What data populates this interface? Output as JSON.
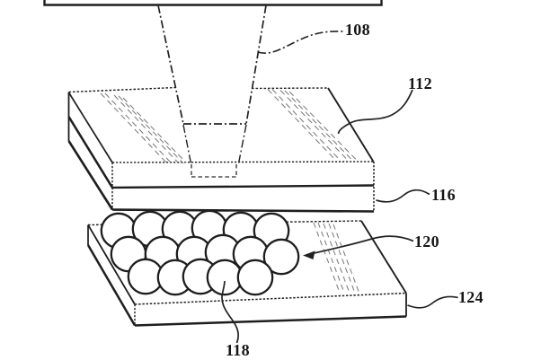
{
  "figure": {
    "kind": "patent-style exploded line drawing",
    "background_color": "#ffffff",
    "line_color": "#1e1e1e",
    "hatch_color": "#767676"
  },
  "reference_labels": {
    "nozzle": {
      "text": "108",
      "points_to": "dispensing nozzle (dash-dot phantom outline)"
    },
    "upper_plate": {
      "text": "112",
      "points_to": "upper plate, top layer"
    },
    "upper_plate_lower_layer": {
      "text": "116",
      "points_to": "upper plate, bottom layer"
    },
    "microsphere": {
      "text": "118",
      "points_to": "single sphere in front row"
    },
    "sphere_array": {
      "text": "120",
      "points_to": "array of spheres (arrowed leader)"
    },
    "base_plate": {
      "text": "124",
      "points_to": "lower base plate"
    }
  }
}
